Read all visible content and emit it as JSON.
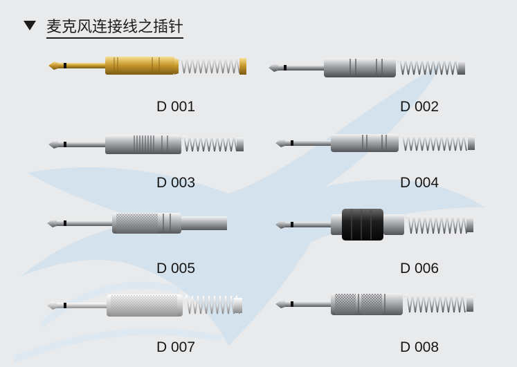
{
  "heading": {
    "title": "麦克风连接线之插针"
  },
  "products": [
    {
      "code": "D 001",
      "finish": "gold-knurled"
    },
    {
      "code": "D 002",
      "finish": "nickel-sleeve"
    },
    {
      "code": "D 003",
      "finish": "nickel-ribbed"
    },
    {
      "code": "D 004",
      "finish": "nickel-slim"
    },
    {
      "code": "D 005",
      "finish": "nickel-knurled-long"
    },
    {
      "code": "D 006",
      "finish": "black-ribbed"
    },
    {
      "code": "D 007",
      "finish": "pearl-knurled"
    },
    {
      "code": "D 008",
      "finish": "nickel-knurled-grip"
    }
  ],
  "colors": {
    "background": "#e9eaec",
    "watermark": "#c9dbe8",
    "gold": "#c9a64a",
    "nickel": "#b9bcc0",
    "black": "#222222",
    "text": "#151515"
  }
}
